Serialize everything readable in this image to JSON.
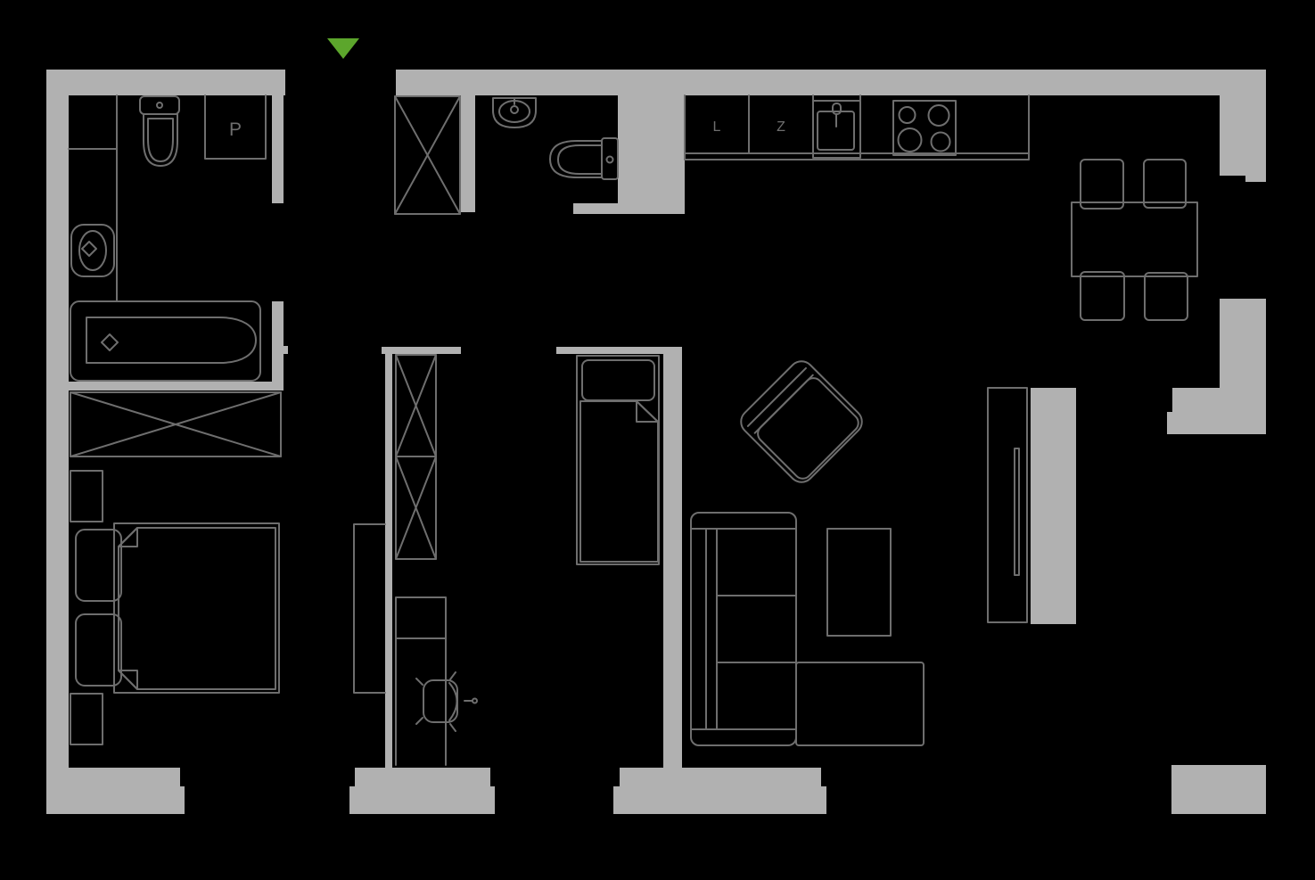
{
  "plan": {
    "title": "apartment-floor-plan",
    "labels": {
      "washing_machine": "P",
      "fridge": "L",
      "dishwasher": "Z"
    },
    "colors": {
      "background": "#000000",
      "wall": "#b1b1b1",
      "line": "#6e6e6e",
      "label": "#6e6e6e",
      "entrance_marker": "#5ca62c"
    }
  }
}
